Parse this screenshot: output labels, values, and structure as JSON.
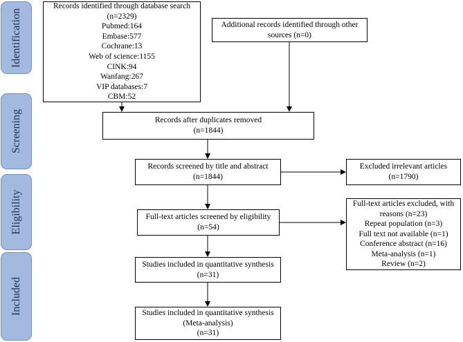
{
  "stages": {
    "identification": "Identification",
    "screening": "Screening",
    "eligibility": "Eligibility",
    "included": "Included"
  },
  "boxes": {
    "database_search": [
      "Records identified through database search",
      "(n=2329)",
      "Pubmed:164",
      "Embase:577",
      "Cochrane:13",
      "Web of science:1155",
      "CINK:94",
      "Wanfang:267",
      "VIP databases:7",
      "CBM:52"
    ],
    "other_sources": [
      "Additional records identified through other",
      "sources (n=0)"
    ],
    "duplicates_removed": [
      "Records after duplicates removed",
      "(n=1844)"
    ],
    "screened": [
      "Records screened by title and abstract",
      "(n=1844)"
    ],
    "excluded_irrelevant": [
      "Excluded irrelevant articles",
      "(n=1790)"
    ],
    "full_text": [
      "Full-text articles screened by eligibility",
      "(n=54)"
    ],
    "full_text_excluded": [
      "Full-text articles excluded, with",
      "reasons (n=23)",
      "Repeat population (n=3)",
      "Full text not available (n=1)",
      "Conference abstract (n=16)",
      "Meta-analysis (n=1)",
      "Review (n=2)"
    ],
    "quantitative": [
      "Studies included in quantitative synthesis",
      "(n=31)"
    ],
    "meta_analysis": [
      "Studies included in quantitative synthesis",
      "(Meta-analysis)",
      "(n=31)"
    ]
  }
}
